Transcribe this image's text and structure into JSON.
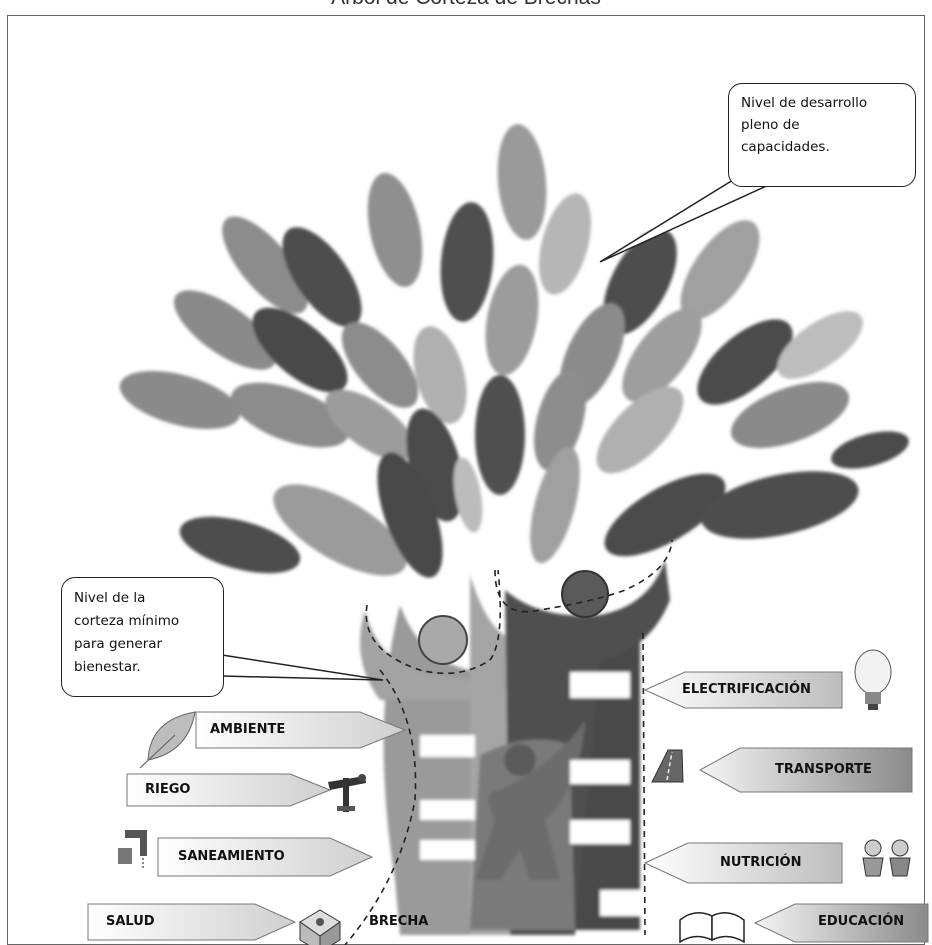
{
  "page_title": "Árbol de Corteza de Brechas",
  "callouts": {
    "top": [
      "Nivel de desarrollo",
      "pleno de",
      "capacidades."
    ],
    "left": [
      "Nivel de la",
      "corteza mínimo",
      "para generar",
      "bienestar."
    ]
  },
  "left_tags": {
    "ambiente": "AMBIENTE",
    "riego": "RIEGO",
    "saneamiento": "SANEAMIENTO",
    "salud": "SALUD"
  },
  "right_tags": {
    "electrificacion": "ELECTRIFICACIÓN",
    "transporte": "TRANSPORTE",
    "nutricion": "NUTRICIÓN",
    "educacion": "EDUCACIÓN"
  },
  "center_label": "BRECHA",
  "colors": {
    "leaf_dark": "#555555",
    "leaf_mid": "#8c8c8c",
    "leaf_light": "#b4b4b4",
    "trunk_dark": "#4a4a4a",
    "trunk_light": "#9a9a9a"
  },
  "icons": [
    "leaf-icon",
    "sprinkler-icon",
    "faucet-icon",
    "cube-icon",
    "lightbulb-icon",
    "road-icon",
    "children-icon",
    "book-icon"
  ]
}
